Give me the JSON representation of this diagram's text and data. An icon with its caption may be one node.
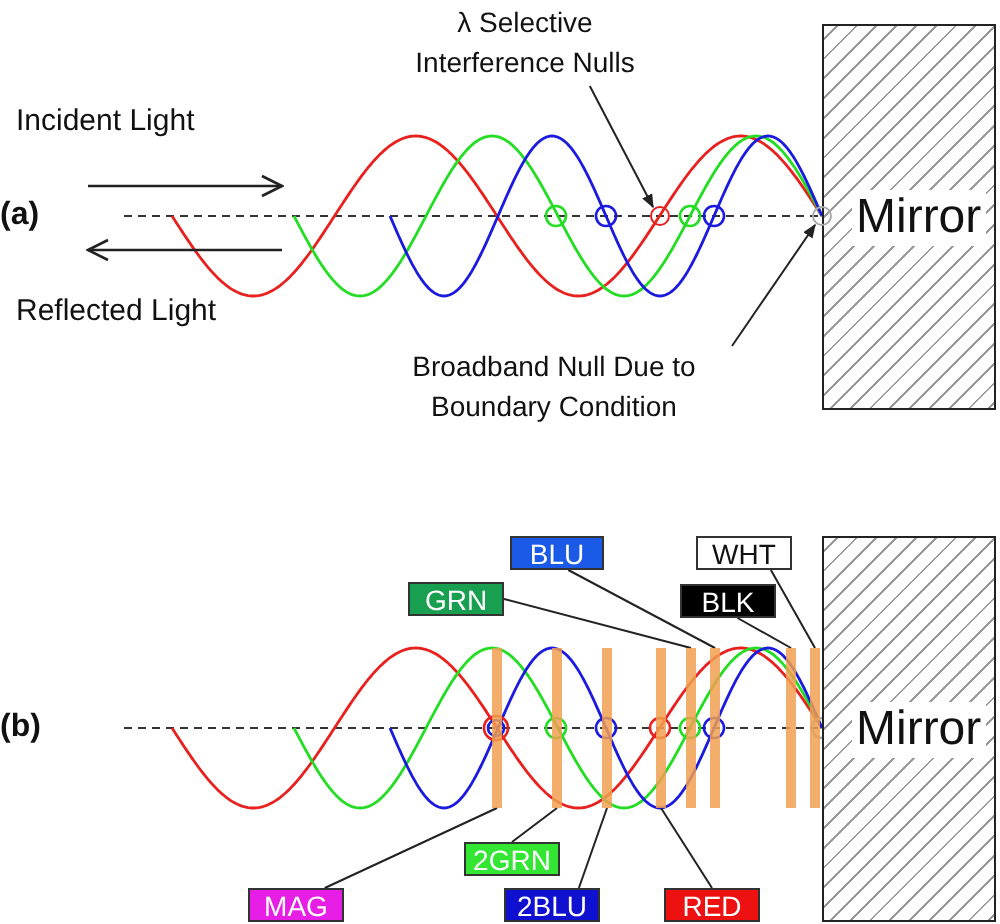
{
  "diagram": {
    "nodes": [
      {
        "text": [
          "λ Selective Interference Nulls"
        ]
      },
      {
        "text": [
          "Mirror"
        ]
      },
      {
        "text": [],
        "shape": "circle"
      },
      {
        "text": [],
        "shape": "circle"
      },
      {
        "text": [
          "Broadband Null Due to Boundary Condition"
        ]
      },
      {
        "text": [
          "BLU"
        ]
      },
      {
        "text": [
          "WHT"
        ]
      },
      {
        "text": [
          "GRN"
        ]
      },
      {
        "text": [
          "BLK"
        ]
      },
      {
        "text": [
          "Mirror"
        ]
      },
      {
        "text": [],
        "shape": "bar"
      },
      {
        "text": [],
        "shape": "bar"
      },
      {
        "text": [],
        "shape": "bar"
      },
      {
        "text": [],
        "shape": "bar"
      },
      {
        "text": [],
        "shape": "bar"
      },
      {
        "text": [],
        "shape": "bar"
      },
      {
        "text": [],
        "shape": "bar"
      },
      {
        "text": [],
        "shape": "bar"
      },
      {
        "text": [
          "2GRN"
        ]
      },
      {
        "text": [
          "MAG"
        ]
      },
      {
        "text": [
          "2BLU"
        ]
      },
      {
        "text": [
          "RED"
        ]
      }
    ],
    "edges": [
      {
        "from": 0,
        "to": 2,
        "arrow": "to"
      },
      {
        "from": 4,
        "to": 3,
        "arrow": "to"
      },
      {
        "from": 5,
        "to": 15,
        "arrow": "none"
      },
      {
        "from": 6,
        "to": 17,
        "arrow": "none"
      },
      {
        "from": 7,
        "to": 14,
        "arrow": "none"
      },
      {
        "from": 8,
        "to": 16,
        "arrow": "none"
      },
      {
        "from": 18,
        "to": 11,
        "arrow": "none"
      },
      {
        "from": 19,
        "to": 10,
        "arrow": "none"
      },
      {
        "from": 20,
        "to": 12,
        "arrow": "none"
      },
      {
        "from": 21,
        "to": 13,
        "arrow": "none"
      }
    ],
    "labels": [
      "Incident Light",
      "(a)",
      "Reflected Light",
      "(b)"
    ]
  }
}
